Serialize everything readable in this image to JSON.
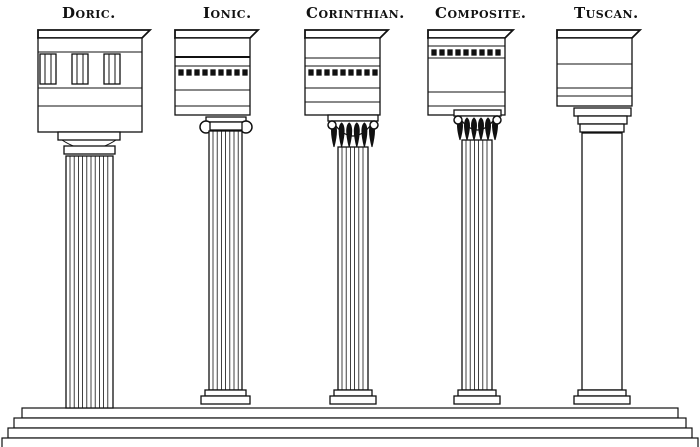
{
  "labels": {
    "doric": "Doric.",
    "ionic": "Ionic.",
    "corinthian": "Corinthian.",
    "composite": "Composite.",
    "tuscan": "Tuscan."
  },
  "colors": {
    "ink": "#111111",
    "paper": "#ffffff"
  }
}
